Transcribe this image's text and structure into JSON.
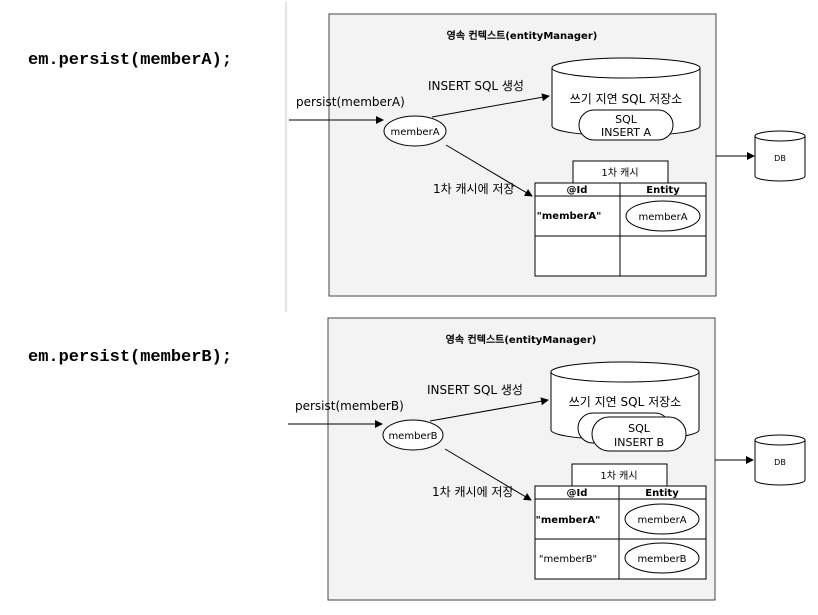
{
  "panels": [
    {
      "code": "em.persist(memberA);",
      "context_title": "영속 컨텍스트(entityManager)",
      "persist_call": "persist(memberA)",
      "insert_label": "INSERT SQL 생성",
      "store_label": "쓰기 지연 SQL 저장소",
      "sql_items": [
        {
          "line1": "SQL",
          "line2": "INSERT A"
        }
      ],
      "entity_node": "memberA",
      "cache_save_label": "1차 캐시에 저장",
      "cache_title": "1차 캐시",
      "table_headers": [
        "@Id",
        "Entity"
      ],
      "rows": [
        {
          "id": "\"memberA\"",
          "entity": "memberA"
        },
        {
          "id": "",
          "entity": ""
        }
      ],
      "db_label": "DB"
    },
    {
      "code": "em.persist(memberB);",
      "context_title": "영속 컨텍스트(entityManager)",
      "persist_call": "persist(memberB)",
      "insert_label": "INSERT SQL 생성",
      "store_label": "쓰기 지연 SQL 저장소",
      "sql_items": [
        {
          "line1": "",
          "line2": ""
        },
        {
          "line1": "SQL",
          "line2": "INSERT B"
        }
      ],
      "entity_node": "memberB",
      "cache_save_label": "1차 캐시에 저장",
      "cache_title": "1차 캐시",
      "table_headers": [
        "@Id",
        "Entity"
      ],
      "rows": [
        {
          "id": "\"memberA\"",
          "entity": "memberA"
        },
        {
          "id": "\"memberB\"",
          "entity": "memberB"
        }
      ],
      "db_label": "DB"
    }
  ]
}
